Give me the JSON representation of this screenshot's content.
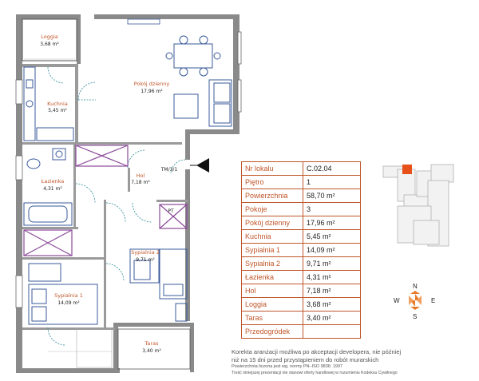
{
  "rooms": {
    "loggia": {
      "name": "Loggia",
      "area": "3,68 m²"
    },
    "living": {
      "name": "Pokój dzienny",
      "area": "17,96 m²"
    },
    "kitchen": {
      "name": "Kuchnia",
      "area": "5,45 m²"
    },
    "bathroom": {
      "name": "Łazienka",
      "area": "4,31 m²"
    },
    "hall": {
      "name": "Hol",
      "area": "7,18 m²"
    },
    "bedroom2": {
      "name": "Sypialnia 2",
      "area": "9,71 m²"
    },
    "bedroom1": {
      "name": "Sypialnia 1",
      "area": "14,09 m²"
    },
    "terrace": {
      "name": "Taras",
      "area": "3,40 m²"
    }
  },
  "plan_labels": {
    "entrance": "TM/3/1",
    "pt": "PT"
  },
  "info_table": [
    {
      "label": "Nr lokalu",
      "value": "C.02.04"
    },
    {
      "label": "Piętro",
      "value": "1"
    },
    {
      "label": "Powierzchnia",
      "value": "58,70 m²"
    },
    {
      "label": "Pokoje",
      "value": "3"
    },
    {
      "label": "Pokój dzienny",
      "value": "17,96 m²"
    },
    {
      "label": "Kuchnia",
      "value": "5,45 m²"
    },
    {
      "label": "Sypialnia 1",
      "value": "14,09 m²"
    },
    {
      "label": "Sypialnia 2",
      "value": "9,71 m²"
    },
    {
      "label": "Łazienka",
      "value": "4,31 m²"
    },
    {
      "label": "Hol",
      "value": "7,18 m²"
    },
    {
      "label": "Loggia",
      "value": "3,68 m²"
    },
    {
      "label": "Taras",
      "value": "3,40 m²"
    },
    {
      "label": "Przedogródek",
      "value": ""
    }
  ],
  "compass": {
    "n": "N",
    "s": "S",
    "e": "E",
    "w": "W"
  },
  "notes": {
    "line1": "Korekta aranżacji możliwa po akceptacji developera, nie później",
    "line2": "niż na 15 dni przed przystąpieniem do robót murarskich",
    "line3": "Powierzchnia liczona jest wg. normy PN–ISO 9836: 1997",
    "line4": "Treść niniejszej prezentacji nie stanowi oferty handlowej w rozumieniu Kodeksu Cywilnego"
  },
  "colors": {
    "accent": "#c0562a",
    "wall": "#7d7d7d",
    "purple": "#8a4a9a",
    "furniture": "#3a5a9a",
    "door": "#2a8a9a"
  }
}
